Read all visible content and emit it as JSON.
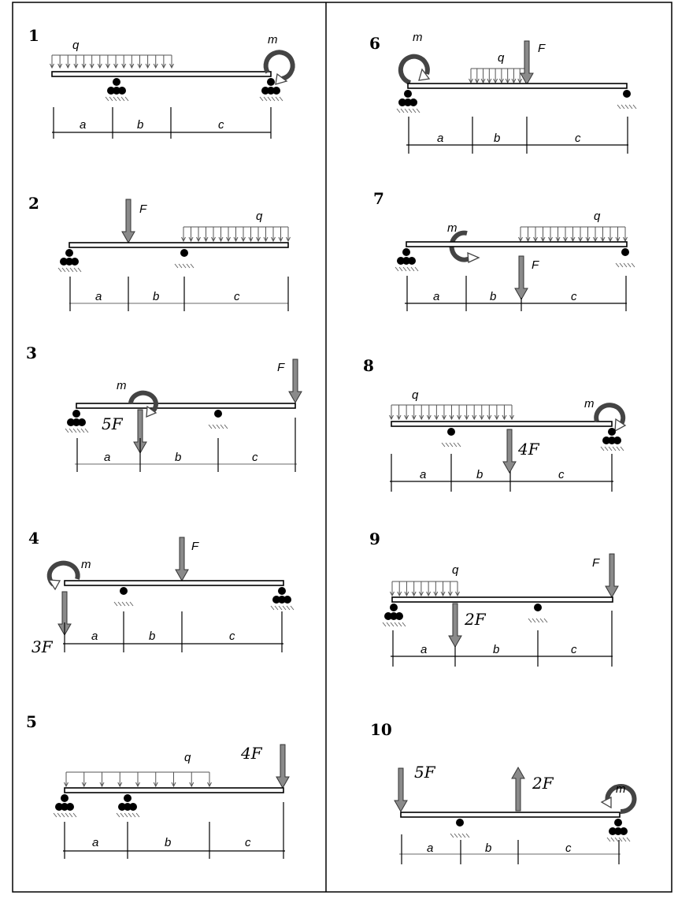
{
  "panels": [
    {
      "number": "1",
      "labels": {
        "q": "q",
        "m": "m",
        "a": "a",
        "b": "b",
        "c": "c"
      }
    },
    {
      "number": "2",
      "labels": {
        "F": "F",
        "q": "q",
        "a": "a",
        "b": "b",
        "c": "c"
      }
    },
    {
      "number": "3",
      "labels": {
        "F": "F",
        "m": "m",
        "F5": "5F",
        "a": "a",
        "b": "b",
        "c": "c"
      }
    },
    {
      "number": "4",
      "labels": {
        "F": "F",
        "m": "m",
        "F3": "3F",
        "a": "a",
        "b": "b",
        "c": "c"
      }
    },
    {
      "number": "5",
      "labels": {
        "q": "q",
        "F4": "4F",
        "a": "a",
        "b": "b",
        "c": "c"
      }
    },
    {
      "number": "6",
      "labels": {
        "m": "m",
        "q": "q",
        "F": "F",
        "a": "a",
        "b": "b",
        "c": "c"
      }
    },
    {
      "number": "7",
      "labels": {
        "m": "m",
        "q": "q",
        "F": "F",
        "a": "a",
        "b": "b",
        "c": "c"
      }
    },
    {
      "number": "8",
      "labels": {
        "q": "q",
        "m": "m",
        "F4": "4F",
        "a": "a",
        "b": "b",
        "c": "c"
      }
    },
    {
      "number": "9",
      "labels": {
        "q": "q",
        "F": "F",
        "F2": "2F",
        "a": "a",
        "b": "b",
        "c": "c"
      }
    },
    {
      "number": "10",
      "labels": {
        "F5": "5F",
        "F2": "2F",
        "m": "m",
        "a": "a",
        "b": "b",
        "c": "c"
      }
    }
  ]
}
